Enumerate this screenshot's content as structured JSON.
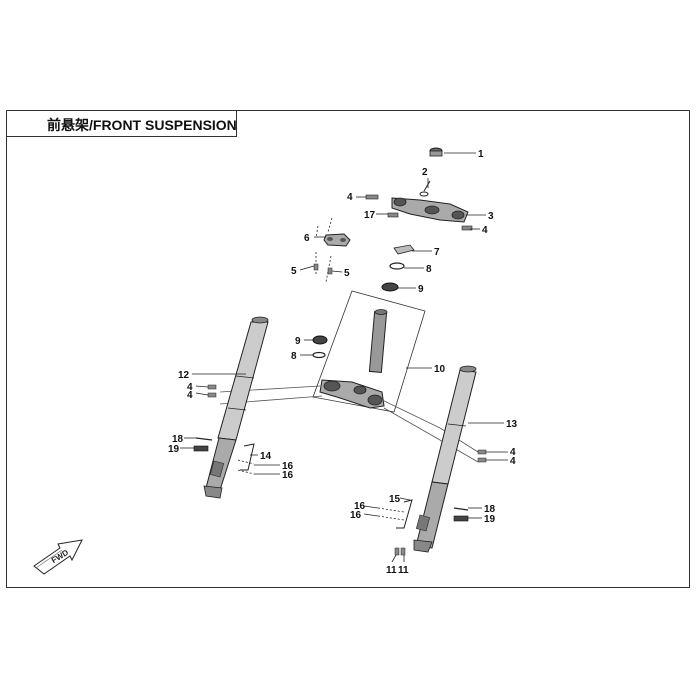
{
  "title": "前悬架/FRONT SUSPENSION",
  "fwd_label": "FWD",
  "callouts": {
    "c1": "1",
    "c2": "2",
    "c3": "3",
    "c4a": "4",
    "c4b": "4",
    "c4c": "4",
    "c4d": "4",
    "c4e": "4",
    "c4f": "4",
    "c5a": "5",
    "c5b": "5",
    "c6": "6",
    "c7": "7",
    "c8a": "8",
    "c8b": "8",
    "c9a": "9",
    "c9b": "9",
    "c10": "10",
    "c11a": "11",
    "c11b": "11",
    "c12": "12",
    "c13": "13",
    "c14": "14",
    "c15": "15",
    "c16a": "16",
    "c16b": "16",
    "c16c": "16",
    "c16d": "16",
    "c17": "17",
    "c18a": "18",
    "c18b": "18",
    "c19a": "19",
    "c19b": "19"
  }
}
